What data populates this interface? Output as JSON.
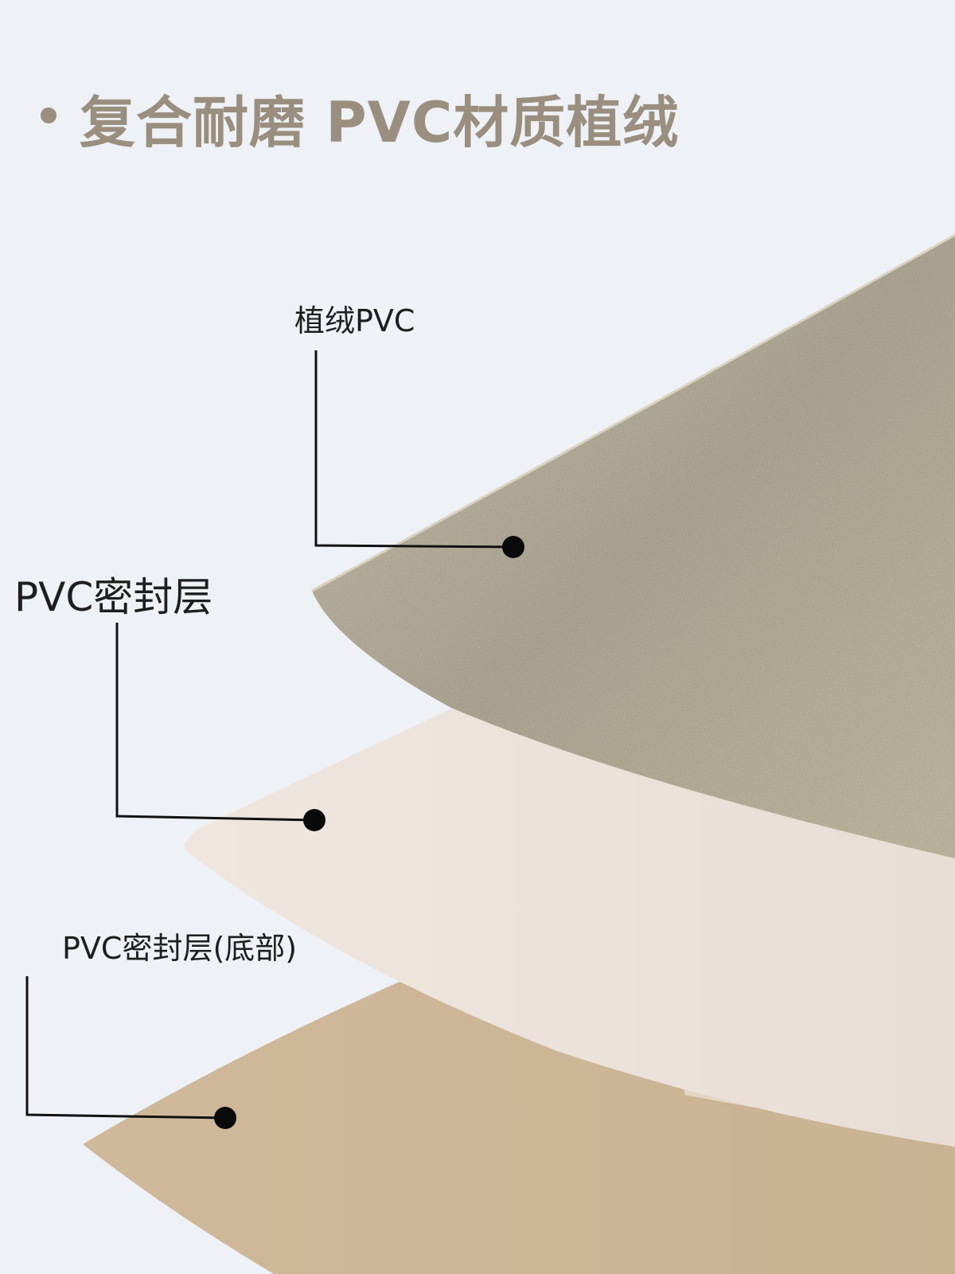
{
  "title": "复合耐磨  PVC材质植绒",
  "labels": {
    "top": "植绒PVC",
    "middle": "PVC密封层",
    "bottom": "PVC密封层(底部)"
  },
  "colors": {
    "background": "#eef1f6",
    "title": "#9a8f7e",
    "flock_layer": "#b4ad9b",
    "seal_layer": "#ebe2db",
    "bottom_layer": "#cdb797",
    "leader_line": "#111111"
  }
}
